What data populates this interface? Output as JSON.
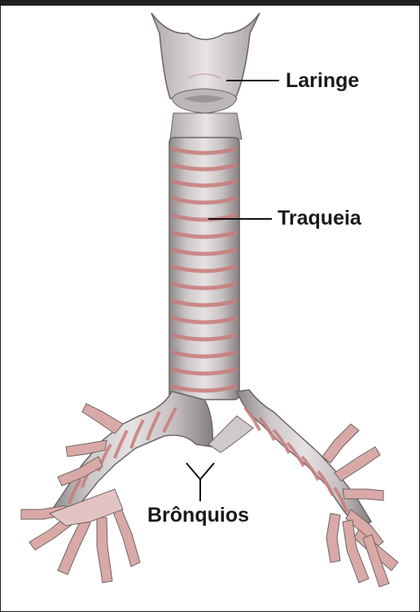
{
  "labels": {
    "larynx": "Laringe",
    "trachea": "Traqueia",
    "bronchi": "Brônquios"
  }
}
